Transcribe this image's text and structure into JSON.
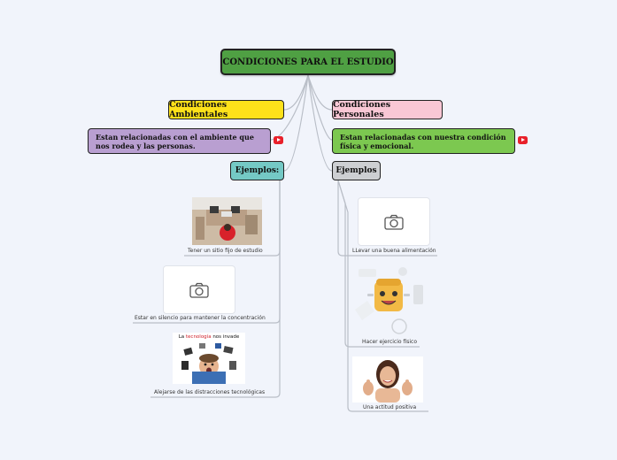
{
  "root": {
    "title": "CONDICIONES PARA EL ESTUDIO"
  },
  "left": {
    "title": "Condiciones Ambientales",
    "description": "Estan relacionadas con el ambiente que nos rodea y las personas.",
    "examples_label": "Ejemplos:",
    "examples": [
      {
        "caption": "Tener un sitio fijo de estudio"
      },
      {
        "caption": "Estar en silencio para mantener la concentración"
      },
      {
        "caption": "Alejarse de las distracciones tecnológicas",
        "image_text_a": "La ",
        "image_text_b": "tecnología",
        "image_text_c": " nos invade"
      }
    ]
  },
  "right": {
    "title": "Condiciones Personales",
    "description": "Estan relacionadas con nuestra condición física y emocional.",
    "examples_label": "Ejemplos",
    "examples": [
      {
        "caption": "LLevar una buena alimentación"
      },
      {
        "caption": "Hacer ejercicio físico"
      },
      {
        "caption": "Una actitud positiva"
      }
    ]
  },
  "icons": {
    "youtube": "youtube-icon",
    "camera": "camera-icon"
  },
  "colors": {
    "root": "#4fa043",
    "ambientales": "#fde11a",
    "personales": "#f9c7d5",
    "desc_amb": "#b99fd1",
    "desc_per": "#7cc850",
    "ejemplos_amb": "#74c9c5",
    "ejemplos_per": "#cdcfd2"
  }
}
